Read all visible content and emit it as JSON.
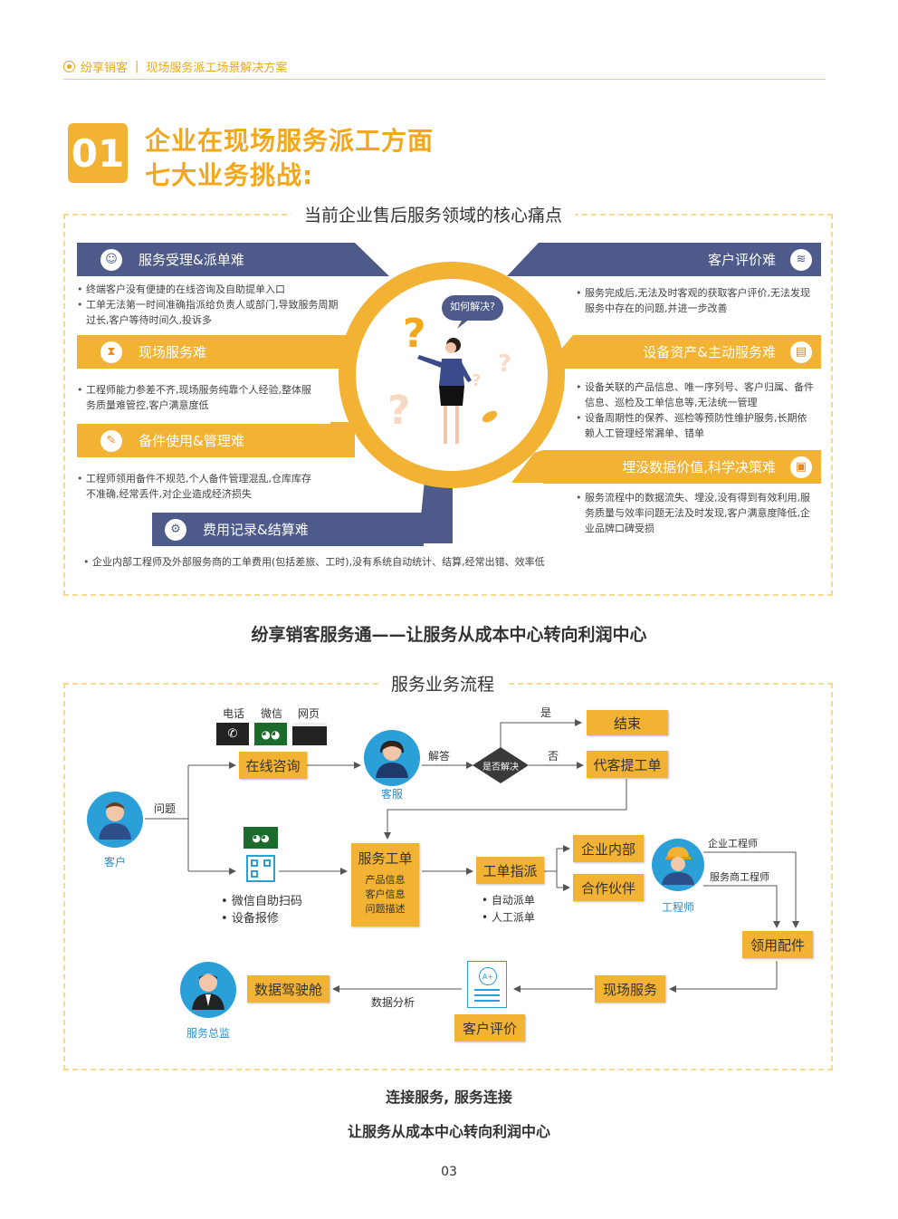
{
  "header": {
    "brand": "纷享销客",
    "subtitle": "现场服务派工场景解决方案"
  },
  "section1": {
    "number": "01",
    "title_line1": "企业在现场服务派工方面",
    "title_line2": "七大业务挑战:",
    "box_title": "当前企业售后服务领域的核心痛点",
    "bubble": "如何解决?",
    "left": [
      {
        "title": "服务受理&派单难",
        "items": [
          "终端客户没有便捷的在线咨询及自助提单入口",
          "工单无法第一时间准确指派给负责人或部门,导致服务周期过长,客户等待时间久,投诉多"
        ]
      },
      {
        "title": "现场服务难",
        "items": [
          "工程师能力参差不齐,现场服务纯靠个人经验,整体服务质量难管控,客户满意度低"
        ]
      },
      {
        "title": "备件使用&管理难",
        "items": [
          "工程师领用备件不规范,个人备件管理混乱,仓库库存不准确,经常丢件,对企业造成经济损失"
        ]
      },
      {
        "title": "费用记录&结算难",
        "items": [
          "企业内部工程师及外部服务商的工单费用(包括差旅、工时),没有系统自动统计、结算,经常出错、效率低"
        ]
      }
    ],
    "right": [
      {
        "title": "客户评价难",
        "items": [
          "服务完成后,无法及时客观的获取客户评价,无法发现服务中存在的问题,并进一步改善"
        ]
      },
      {
        "title": "设备资产&主动服务难",
        "items": [
          "设备关联的产品信息、唯一序列号、客户归属、备件信息、巡检及工单信息等,无法统一管理",
          "设备周期性的保养、巡检等预防性维护服务,长期依赖人工管理经常漏单、错单"
        ]
      },
      {
        "title": "埋没数据价值,科学决策难",
        "items": [
          "服务流程中的数据流失、埋没,没有得到有效利用,服务质量与效率问题无法及时发现,客户满意度降低,企业品牌口碑受损"
        ]
      }
    ]
  },
  "slogan": "纷享销客服务通——让服务从成本中心转向利润中心",
  "flow": {
    "box_title": "服务业务流程",
    "channels": [
      "电话",
      "微信",
      "网页"
    ],
    "customer": "客户",
    "question": "问题",
    "online": "在线咨询",
    "agent": "客服",
    "answer": "解答",
    "decision": "是否解决",
    "yes": "是",
    "no": "否",
    "end": "结束",
    "proxy": "代客提工单",
    "self_items": [
      "微信自助扫码",
      "设备报修"
    ],
    "workorder": "服务工单",
    "workorder_details": [
      "产品信息",
      "客户信息",
      "问题描述"
    ],
    "dispatch": "工单指派",
    "dispatch_items": [
      "自动派单",
      "人工派单"
    ],
    "internal": "企业内部",
    "partner": "合作伙伴",
    "engineer": "工程师",
    "eng_internal": "企业工程师",
    "eng_partner": "服务商工程师",
    "parts": "领用配件",
    "onsite": "现场服务",
    "rating": "客户评价",
    "rating_badge": "A+",
    "analysis": "数据分析",
    "cockpit": "数据驾驶舱",
    "director": "服务总监"
  },
  "footer": {
    "line1": "连接服务, 服务连接",
    "line2": "让服务从成本中心转向利润中心",
    "page": "03"
  },
  "colors": {
    "accent": "#f2b233",
    "navy": "#4d5a8a",
    "blue": "#2a9fd8"
  }
}
